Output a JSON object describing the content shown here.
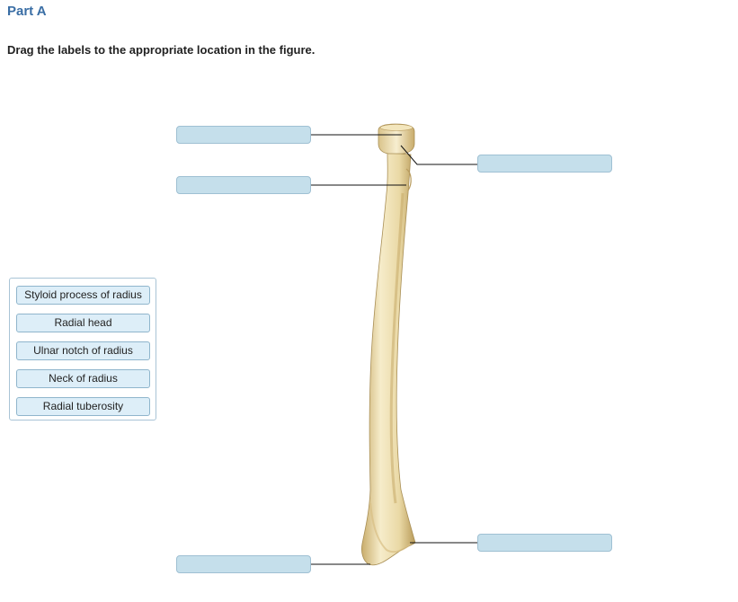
{
  "header": {
    "part_title": "Part A",
    "instruction": "Drag the labels to the appropriate location in the figure."
  },
  "label_bank": {
    "labels": [
      "Styloid process of radius",
      "Radial head",
      "Ulnar notch of radius",
      "Neck of radius",
      "Radial tuberosity"
    ]
  },
  "figure": {
    "subject": "radius-bone",
    "colors": {
      "bone_fill": "#ead9a6",
      "bone_shadow": "#c9ad6c",
      "bone_highlight": "#f6ecca",
      "leader_line": "#111111",
      "target_fill": "#c5dfeb",
      "target_border": "#9fc0d3"
    }
  },
  "colors": {
    "title": "#3a6ea5",
    "label_fill": "#ddeef8",
    "label_border": "#8fb5cc"
  }
}
